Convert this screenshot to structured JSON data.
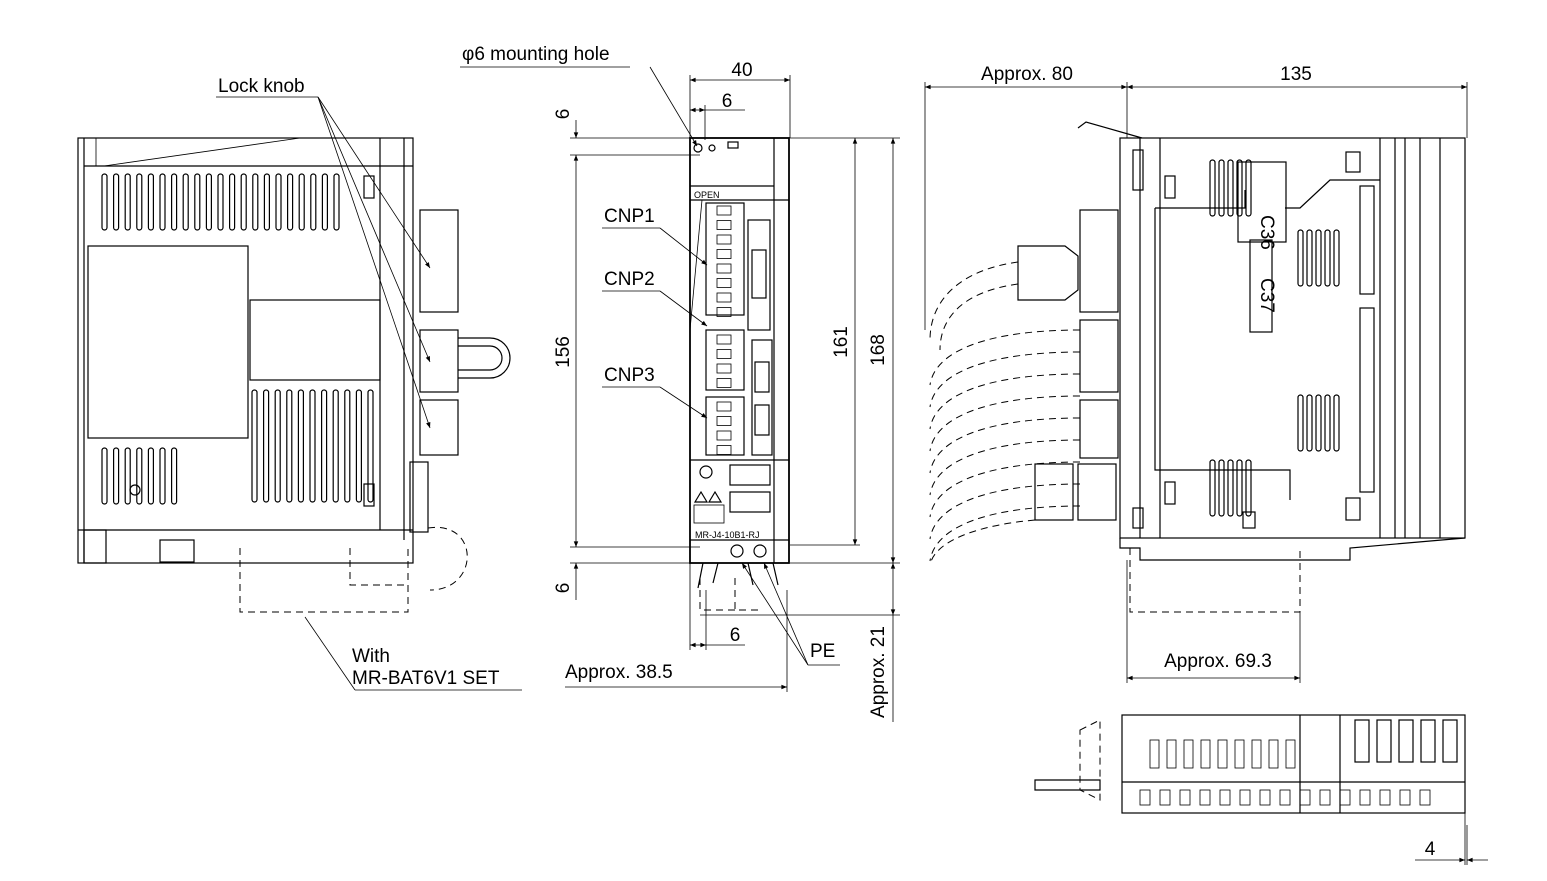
{
  "labels": {
    "lock_knob": "Lock knob",
    "mounting_hole": "φ6 mounting hole",
    "cnp1": "CNP1",
    "cnp2": "CNP2",
    "cnp3": "CNP3",
    "pe": "PE",
    "battery_line1": "With",
    "battery_line2": "MR-BAT6V1 SET"
  },
  "dimensions": {
    "width_front": "40",
    "hole_offset_top": "6",
    "top_margin": "6",
    "hole_pitch": "156",
    "height_161": "161",
    "height_168": "168",
    "bottom_margin": "6",
    "hole_offset_bottom": "6",
    "approx_38_5": "Approx. 38.5",
    "approx_21": "Approx. 21",
    "approx_80": "Approx. 80",
    "depth_135": "135",
    "approx_69_3": "Approx. 69.3",
    "bottom_4": "4"
  },
  "panel_text": {
    "open": "OPEN",
    "model_small": "MR-J4-10B1-RJ",
    "c36": "C36",
    "c37": "C37"
  }
}
